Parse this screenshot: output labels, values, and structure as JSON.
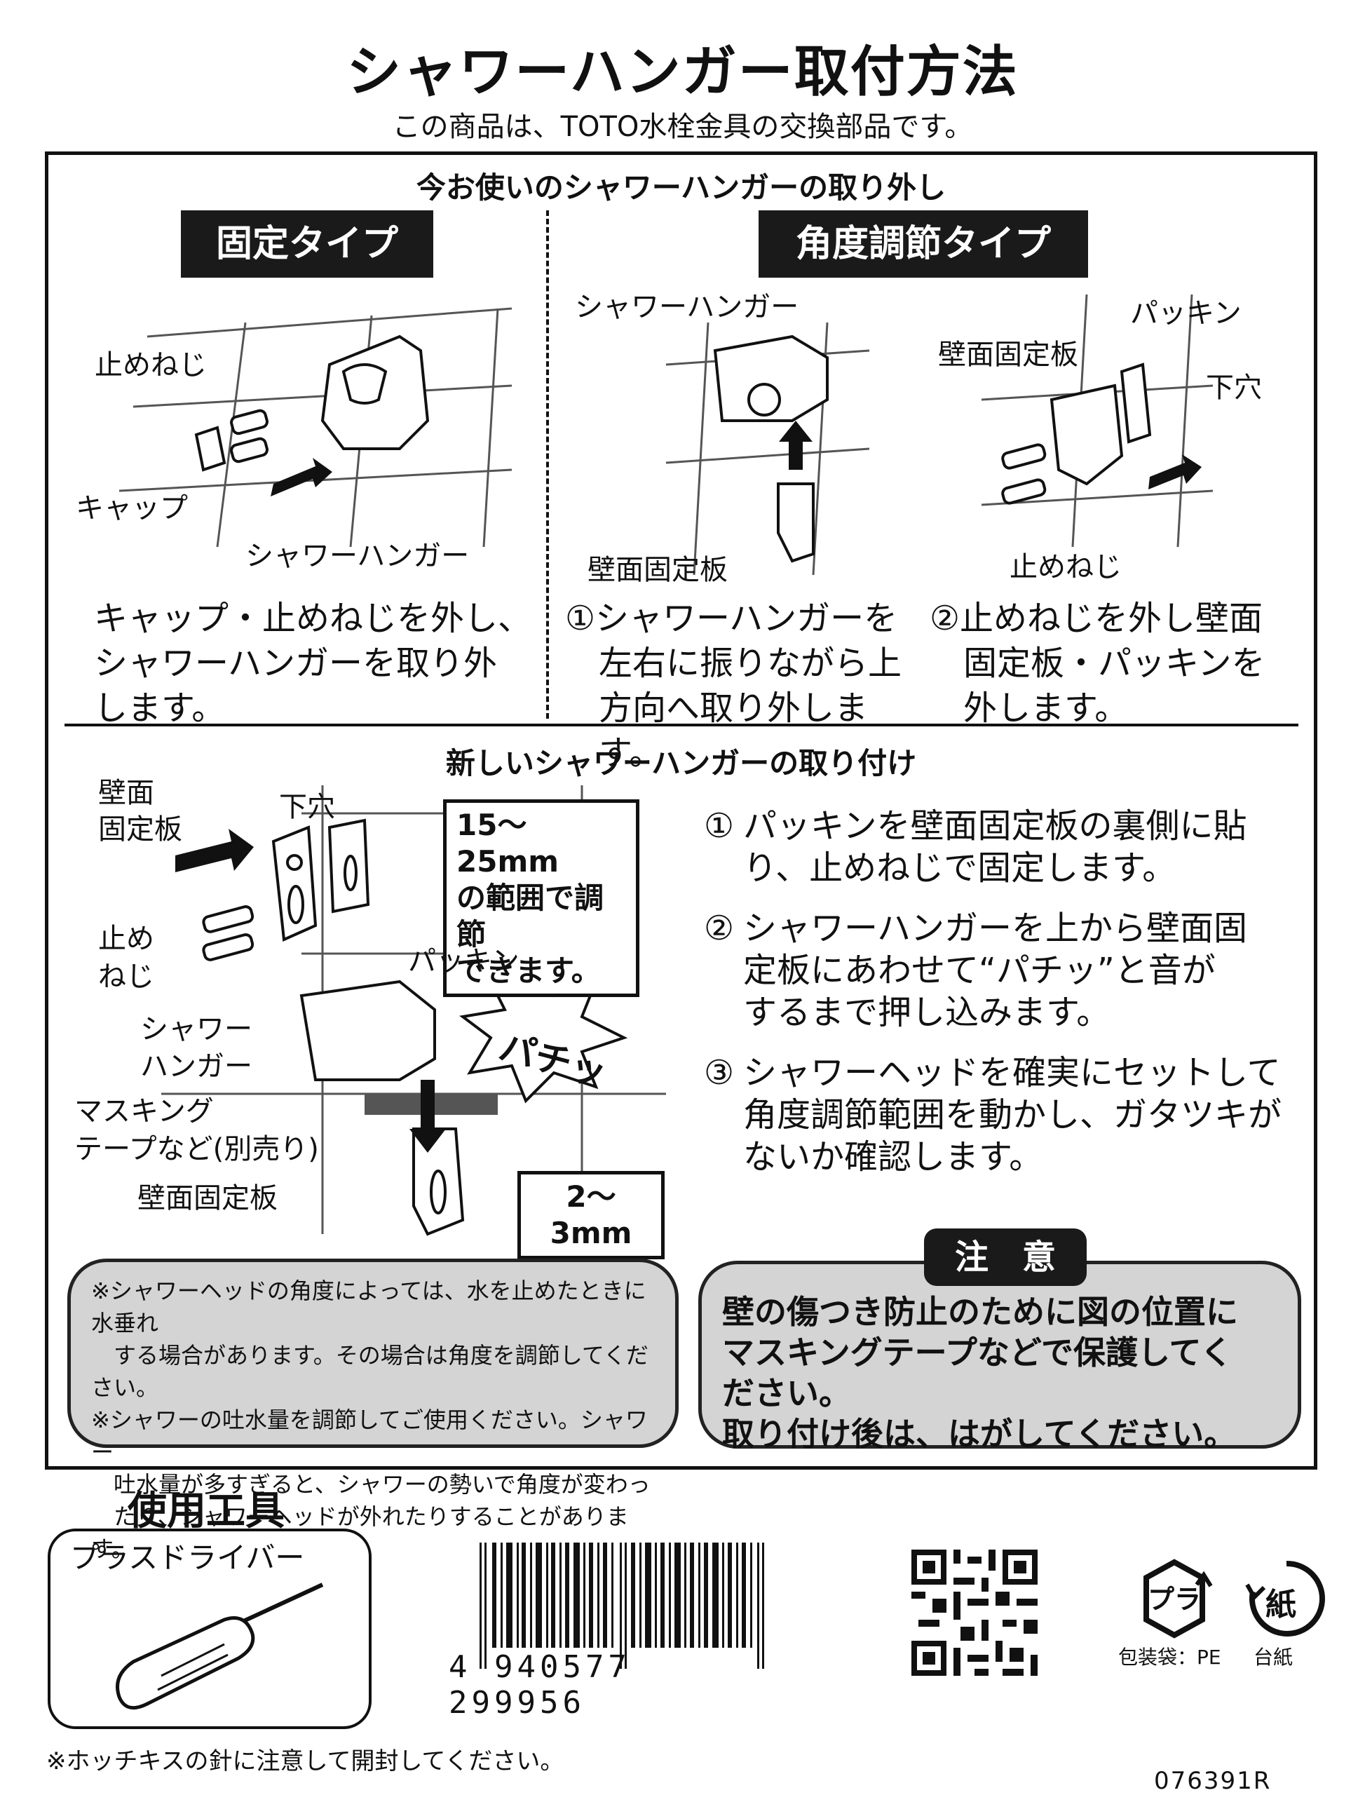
{
  "header": {
    "title": "シャワーハンガー取付方法",
    "subtitle": "この商品は、TOTO水栓金具の交換部品です。"
  },
  "removal": {
    "heading": "今お使いのシャワーハンガーの取り外し",
    "fixed": {
      "label": "固定タイプ",
      "callouts": {
        "screw": "止めねじ",
        "cap": "キャップ",
        "hanger": "シャワーハンガー"
      },
      "instruction": [
        "キャップ・止めねじを外し、",
        "シャワーハンガーを取り外",
        "します。"
      ]
    },
    "angle": {
      "label": "角度調節タイプ",
      "callouts": {
        "hanger": "シャワーハンガー",
        "plate1": "壁面固定板",
        "packing": "パッキン",
        "plate2": "壁面固定板",
        "hole": "下穴",
        "screw": "止めねじ"
      },
      "step1": {
        "num": "①",
        "lines": [
          "シャワーハンガーを",
          "左右に振りながら上",
          "方向へ取り外します。"
        ]
      },
      "step2": {
        "num": "②",
        "lines": [
          "止めねじを外し壁面",
          "固定板・パッキンを",
          "外します。"
        ]
      }
    }
  },
  "install": {
    "heading": "新しいシャワーハンガーの取り付け",
    "callouts": {
      "plate_top_1": "壁面",
      "plate_top_2": "固定板",
      "hole": "下穴",
      "range": [
        "15～25mm",
        "の範囲で調節",
        "できます。"
      ],
      "screw_1": "止め",
      "screw_2": "ねじ",
      "packing": "パッキン",
      "hanger_1": "シャワー",
      "hanger_2": "ハンガー",
      "tape_1": "マスキング",
      "tape_2": "テープなど(別売り)",
      "plate_bottom": "壁面固定板",
      "gap": "2～3mm",
      "sound": "パチッ"
    },
    "steps": [
      {
        "num": "①",
        "lines": [
          "パッキンを壁面固定板の裏側に貼",
          "り、止めねじで固定します。"
        ]
      },
      {
        "num": "②",
        "lines": [
          "シャワーハンガーを上から壁面固",
          "定板にあわせて“パチッ”と音が",
          "するまで押し込みます。"
        ]
      },
      {
        "num": "③",
        "lines": [
          "シャワーヘッドを確実にセットして",
          "角度調節範囲を動かし、ガタツキが",
          "ないか確認します。"
        ]
      }
    ]
  },
  "notes": [
    [
      "※シャワーヘッドの角度によっては、水を止めたときに水垂れ",
      "　する場合があります。その場合は角度を調節してください。"
    ],
    [
      "※シャワーの吐水量を調節してご使用ください。シャワー",
      "　吐水量が多すぎると、シャワーの勢いで角度が変わっ",
      "　たり、シャワーヘッドが外れたりすることがあります。"
    ]
  ],
  "caution": {
    "label": "注　意",
    "lines": [
      "壁の傷つき防止のために図の位置に",
      "マスキングテープなどで保護してく",
      "ださい。",
      "取り付け後は、はがしてください。"
    ]
  },
  "tools": {
    "heading": "使用工具",
    "item": "プラスドライバー"
  },
  "barcode": {
    "digits": "4 940577 299956"
  },
  "recycle": {
    "bag_label": "包装袋：PE",
    "paper_label": "台紙",
    "pla_mark": "プラ",
    "paper_mark": "紙"
  },
  "footer": {
    "staple_note": "※ホッチキスの針に注意して開封してください。",
    "code": "076391R"
  },
  "colors": {
    "ink": "#111111",
    "note_bg": "#d4d4d4",
    "label_bg": "#1a1a1a"
  }
}
